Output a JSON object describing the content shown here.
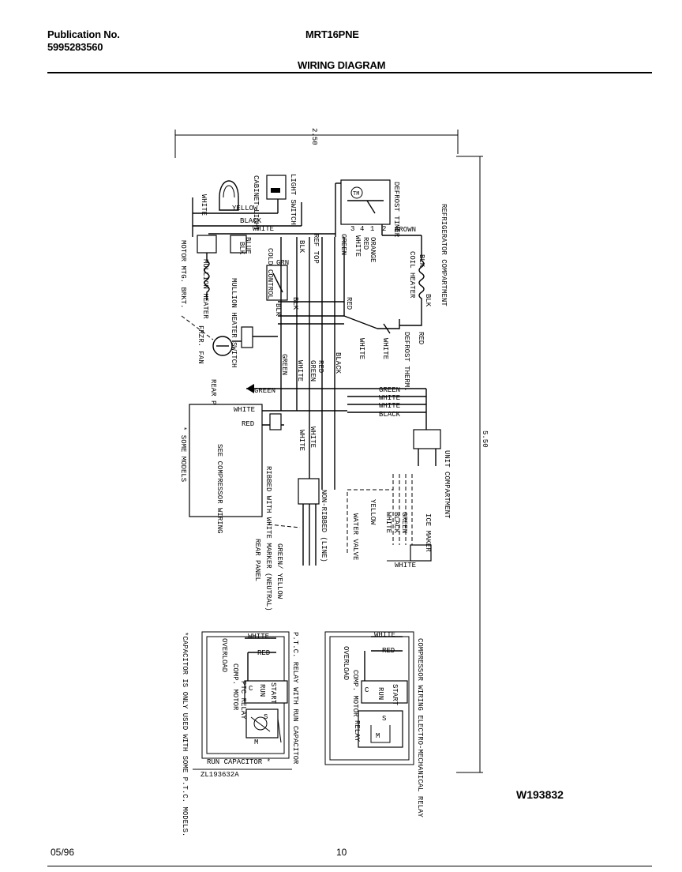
{
  "header": {
    "publication_label": "Publication No.",
    "publication_number": "5995283560",
    "model": "MRT16PNE",
    "section_title": "WIRING DIAGRAM"
  },
  "dimensions": {
    "top": "2.50",
    "right": "5.50"
  },
  "compartments": {
    "refrigerator": "REFRIGERATOR COMPARTMENT",
    "unit": "UNIT COMPARTMENT"
  },
  "components": {
    "defrost_timer": "DEFROST TIMER",
    "light_switch": "LIGHT SWITCH",
    "cabinet_light": "CABINET LIGHT",
    "mullion_heater_switch": "MULLION HEATER SWITCH",
    "mullion_heater": "MULLION HEATER",
    "cold_control": "COLD CONTROL",
    "ref_top": "REF TOP",
    "motor_mtg_bkt": "MOTOR MTG. BRKT.",
    "frzr_fan": "FRZR. FAN",
    "coil_heater": "COIL HEATER",
    "defrost_therm": "DEFROST THERM.",
    "rear_panel_top": "REAR PANEL",
    "see_compressor": "SEE COMPRESSOR WIRING",
    "some_models": "* SOME MODELS",
    "ribbed": "RIBBED WITH WHITE MARKER (NEUTRAL)",
    "non_ribbed": "NON-RIBBED (LINE)",
    "rear_panel_bottom": "REAR PANEL",
    "green_yellow": "GREEN/ YELLOW",
    "water_valve": "WATER VALVE",
    "ice_maker": "ICE MAKER"
  },
  "timer_terminals": [
    "3",
    "4",
    "1",
    "2"
  ],
  "wire_labels": {
    "yellow": "YELLOW",
    "white": "WHITE",
    "black": "BLACK",
    "blk": "BLK",
    "blue": "BLUE",
    "grn": "GRN",
    "green": "GREEN",
    "red": "RED",
    "orange": "ORANGE",
    "brown": "BROWN"
  },
  "ptc_box": {
    "title": "P.T.C. RELAY WITH RUN CAPACITOR",
    "overload": "OVERLOAD",
    "comp_motor": "COMP. MOTOR",
    "ptc_relay": "PTC RELAY",
    "start": "START",
    "run": "RUN",
    "com": "C",
    "s": "S",
    "m": "M",
    "run_capacitor": "RUN CAPACITOR *",
    "note": "*CAPACITOR IS ONLY USED WITH SOME P.T.C. MODELS.",
    "ref_code": "ZL193632A",
    "white": "WHITE",
    "red": "RED"
  },
  "em_box": {
    "title": "COMPRESSOR WIRING ELECTRO-MECHANICAL RELAY",
    "overload": "OVERLOAD",
    "comp_motor": "COMP. MOTOR",
    "relay": "RELAY",
    "start": "START",
    "run": "RUN",
    "com": "C",
    "s": "S",
    "m": "M",
    "white": "WHITE",
    "red": "RED"
  },
  "diagram_code": "W193832",
  "footer": {
    "date": "05/96",
    "page": "10"
  }
}
